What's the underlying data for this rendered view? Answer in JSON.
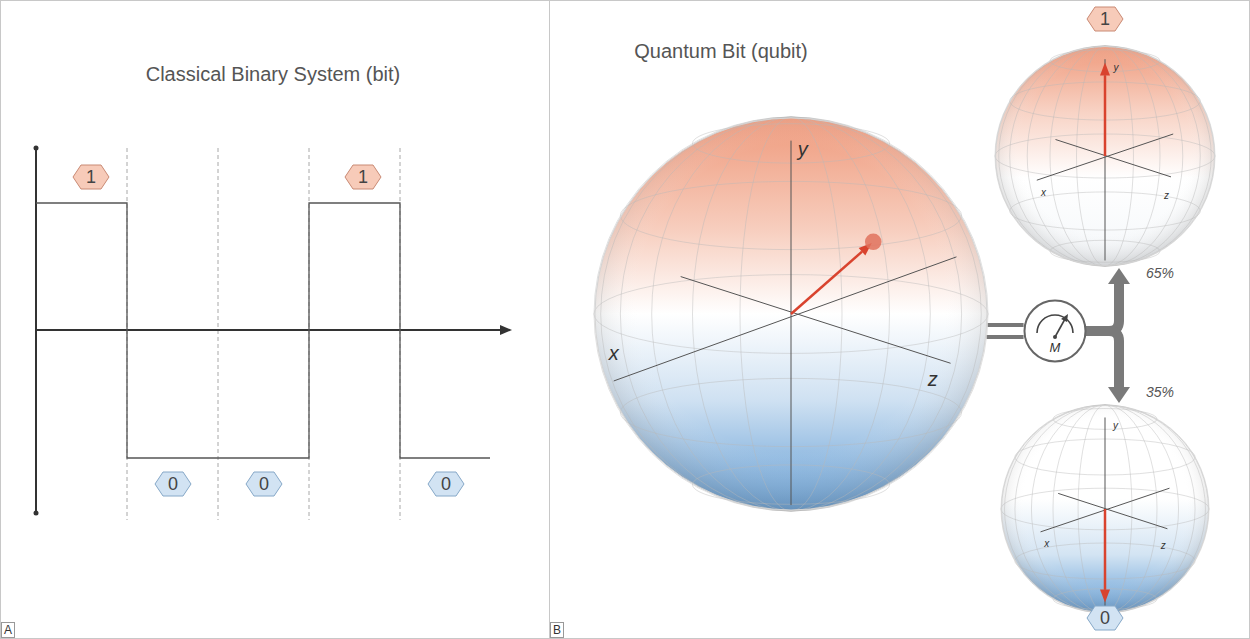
{
  "diagram": {
    "nodes": [
      {
        "text": [
          "Classical Binary System (bit)",
          "A"
        ]
      },
      {
        "text": [
          "1"
        ],
        "in": 0
      },
      {
        "text": [
          "0"
        ],
        "in": 0
      },
      {
        "text": [
          "0"
        ],
        "in": 0
      },
      {
        "text": [
          "1"
        ],
        "in": 0
      },
      {
        "text": [
          "0"
        ],
        "in": 0
      },
      {
        "text": [
          "Quantum Bit (qubit)",
          "B"
        ]
      },
      {
        "text": [
          "y",
          "x",
          "z"
        ],
        "in": 6
      },
      {
        "text": [
          "M"
        ],
        "in": 6
      },
      {
        "text": [
          "1"
        ],
        "in": 6
      },
      {
        "text": [
          "y",
          "x",
          "z"
        ],
        "in": 6
      },
      {
        "text": [
          "y",
          "x",
          "z"
        ],
        "in": 6
      },
      {
        "text": [
          "0"
        ],
        "in": 6
      }
    ],
    "edges": [
      {
        "from": 7,
        "to": 8,
        "arrow": "none"
      },
      {
        "from": 8,
        "to": 10,
        "label": "65%",
        "arrow": "to"
      },
      {
        "from": 8,
        "to": 11,
        "label": "35%",
        "arrow": "to"
      }
    ]
  }
}
